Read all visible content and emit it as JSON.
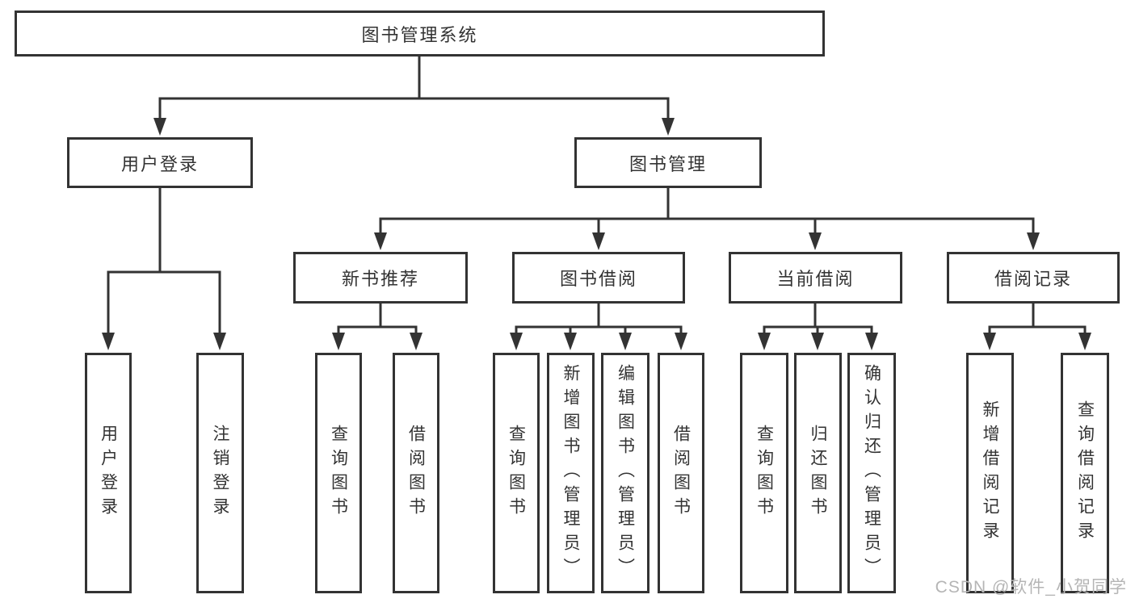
{
  "tree": {
    "label": "图书管理系统",
    "children": [
      {
        "label": "用户登录",
        "children": [
          {
            "label": "用户登录"
          },
          {
            "label": "注销登录"
          }
        ]
      },
      {
        "label": "图书管理",
        "children": [
          {
            "label": "新书推荐",
            "children": [
              {
                "label": "查询图书"
              },
              {
                "label": "借阅图书"
              }
            ]
          },
          {
            "label": "图书借阅",
            "children": [
              {
                "label": "查询图书"
              },
              {
                "label": "新增图书（管理员）"
              },
              {
                "label": "编辑图书（管理员）"
              },
              {
                "label": "借阅图书"
              }
            ]
          },
          {
            "label": "当前借阅",
            "children": [
              {
                "label": "查询图书"
              },
              {
                "label": "归还图书"
              },
              {
                "label": "确认归还（管理员）"
              }
            ]
          },
          {
            "label": "借阅记录",
            "children": [
              {
                "label": "新增借阅记录"
              },
              {
                "label": "查询借阅记录"
              }
            ]
          }
        ]
      }
    ]
  },
  "watermark": "CSDN @软件_小贺同学",
  "colors": {
    "line": "#333333",
    "text": "#333333",
    "watermark": "#b5b5b5",
    "background": "#ffffff"
  }
}
